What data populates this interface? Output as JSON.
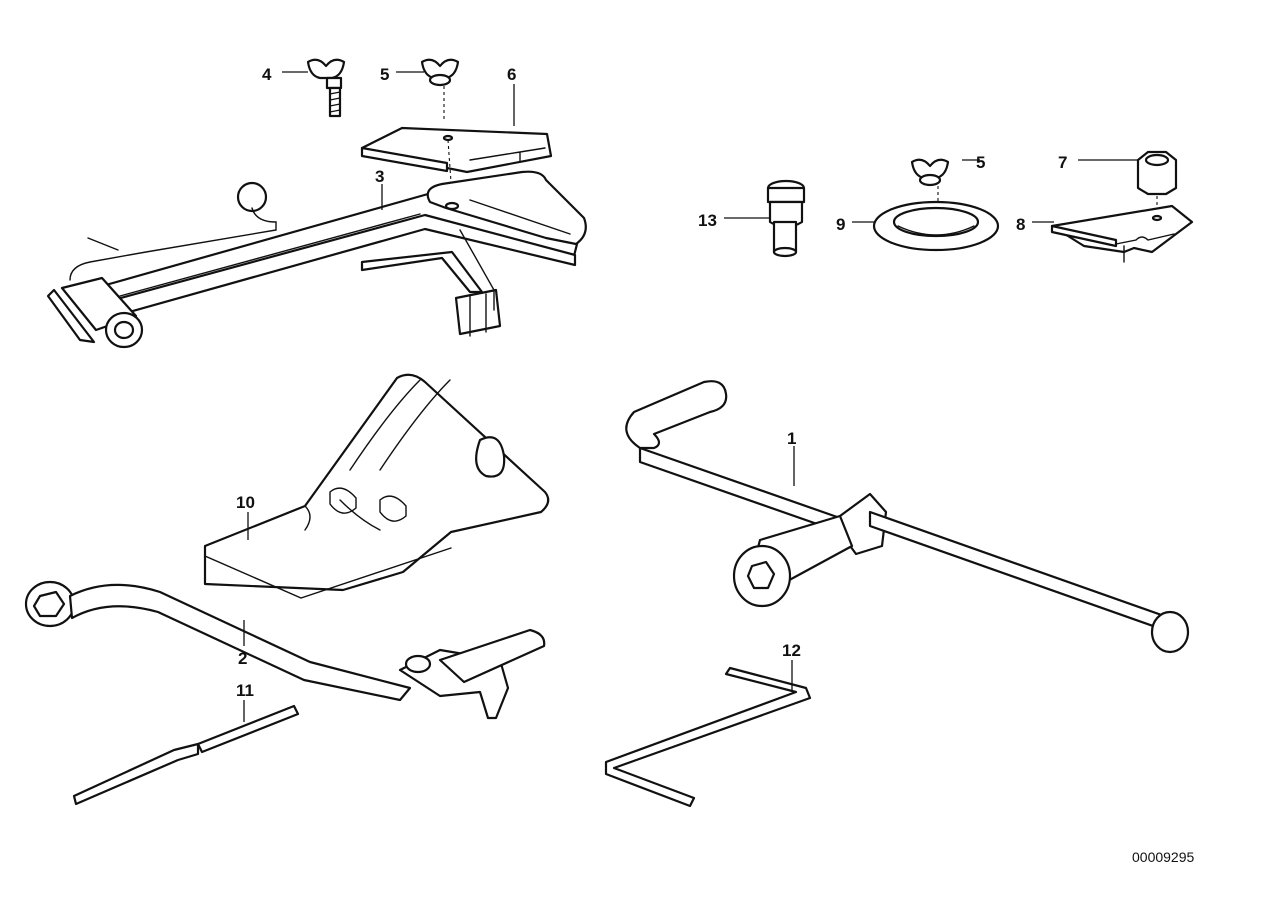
{
  "diagram": {
    "reference_number": "00009295",
    "callouts": [
      "4",
      "5",
      "6",
      "3",
      "5",
      "7",
      "13",
      "9",
      "8",
      "1",
      "10",
      "2",
      "11",
      "12"
    ]
  },
  "colors": {
    "line": "#111111",
    "background": "#ffffff"
  }
}
